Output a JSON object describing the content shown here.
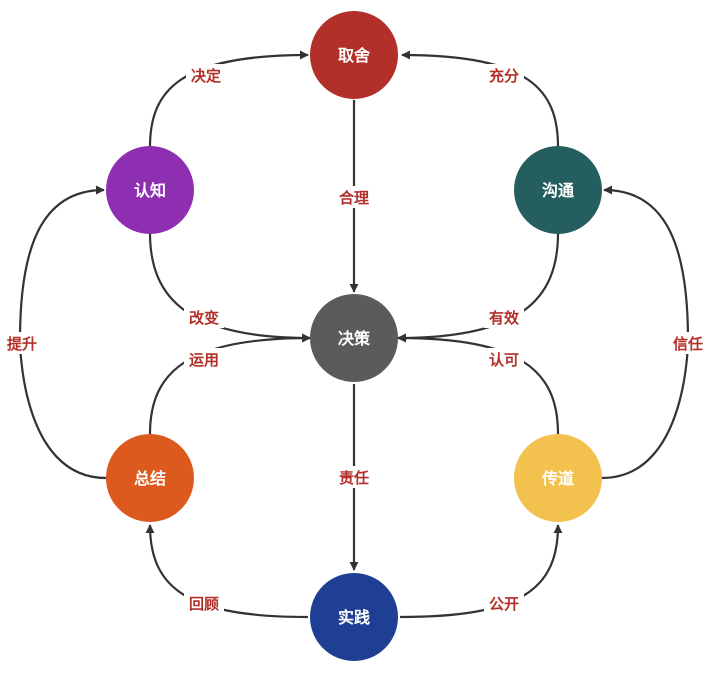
{
  "diagram": {
    "nodes": {
      "qushe": {
        "label": "取舍",
        "color": "#b3302a"
      },
      "renzhi": {
        "label": "认知",
        "color": "#8e2fb2"
      },
      "goutong": {
        "label": "沟通",
        "color": "#245e5e"
      },
      "juece": {
        "label": "决策",
        "color": "#5c5a5c"
      },
      "zongjie": {
        "label": "总结",
        "color": "#dd5a1e"
      },
      "chuandao": {
        "label": "传道",
        "color": "#f2c14e"
      },
      "shijian": {
        "label": "实践",
        "color": "#1e3f93"
      }
    },
    "edges": {
      "renzhi_qushe": {
        "label": "决定"
      },
      "goutong_qushe": {
        "label": "充分"
      },
      "qushe_juece": {
        "label": "合理"
      },
      "renzhi_juece": {
        "label": "改变"
      },
      "zongjie_juece": {
        "label": "运用"
      },
      "goutong_juece": {
        "label": "有效"
      },
      "chuandao_juece": {
        "label": "认可"
      },
      "zongjie_renzhi": {
        "label": "提升"
      },
      "chuandao_goutong": {
        "label": "信任"
      },
      "juece_shijian": {
        "label": "责任"
      },
      "shijian_zongjie": {
        "label": "回顾"
      },
      "shijian_chuandao": {
        "label": "公开"
      }
    },
    "colors": {
      "edge_stroke": "#333333",
      "edge_label": "#b3302a"
    }
  }
}
